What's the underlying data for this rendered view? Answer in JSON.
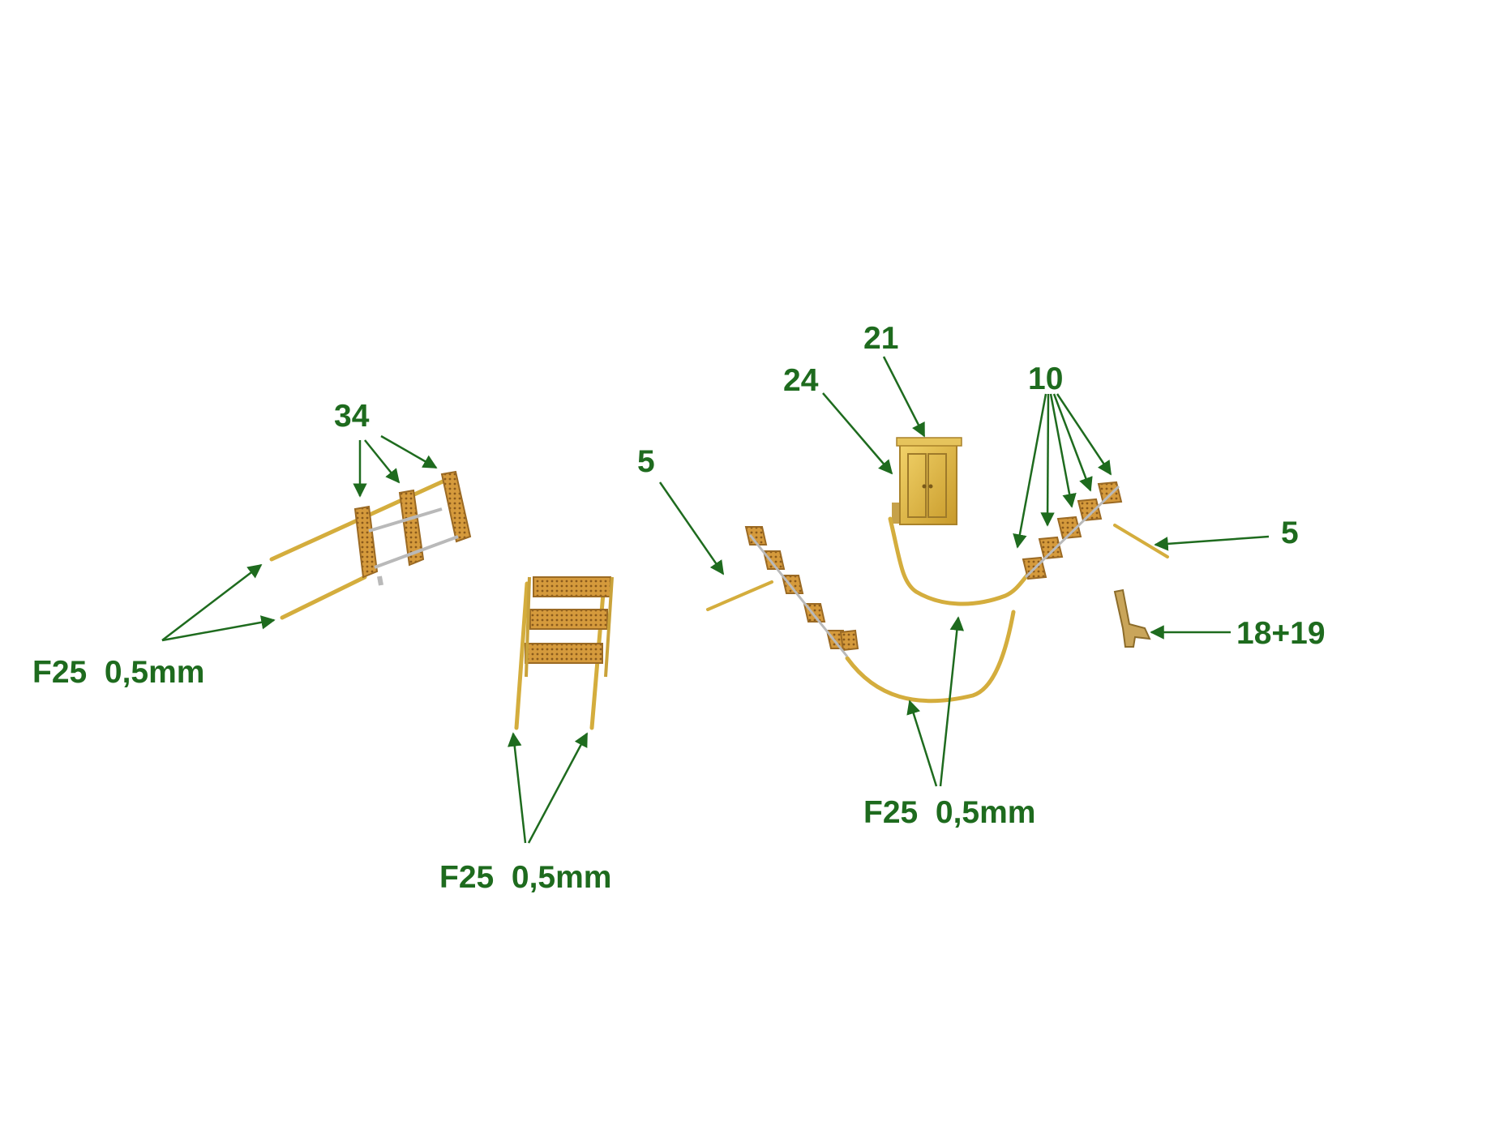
{
  "colors": {
    "label": "#1e6b1e",
    "brass": "#d9b43a",
    "brass_dark": "#a9822a",
    "mesh": "#c98f3a",
    "background": "#ffffff"
  },
  "labels": {
    "part_34": "34",
    "part_21": "21",
    "part_24": "24",
    "part_10": "10",
    "part_5_left": "5",
    "part_5_right": "5",
    "part_18_19": "18+19",
    "wire_left": "F25  0,5mm",
    "wire_middle": "F25  0,5mm",
    "wire_right": "F25  0,5mm"
  }
}
